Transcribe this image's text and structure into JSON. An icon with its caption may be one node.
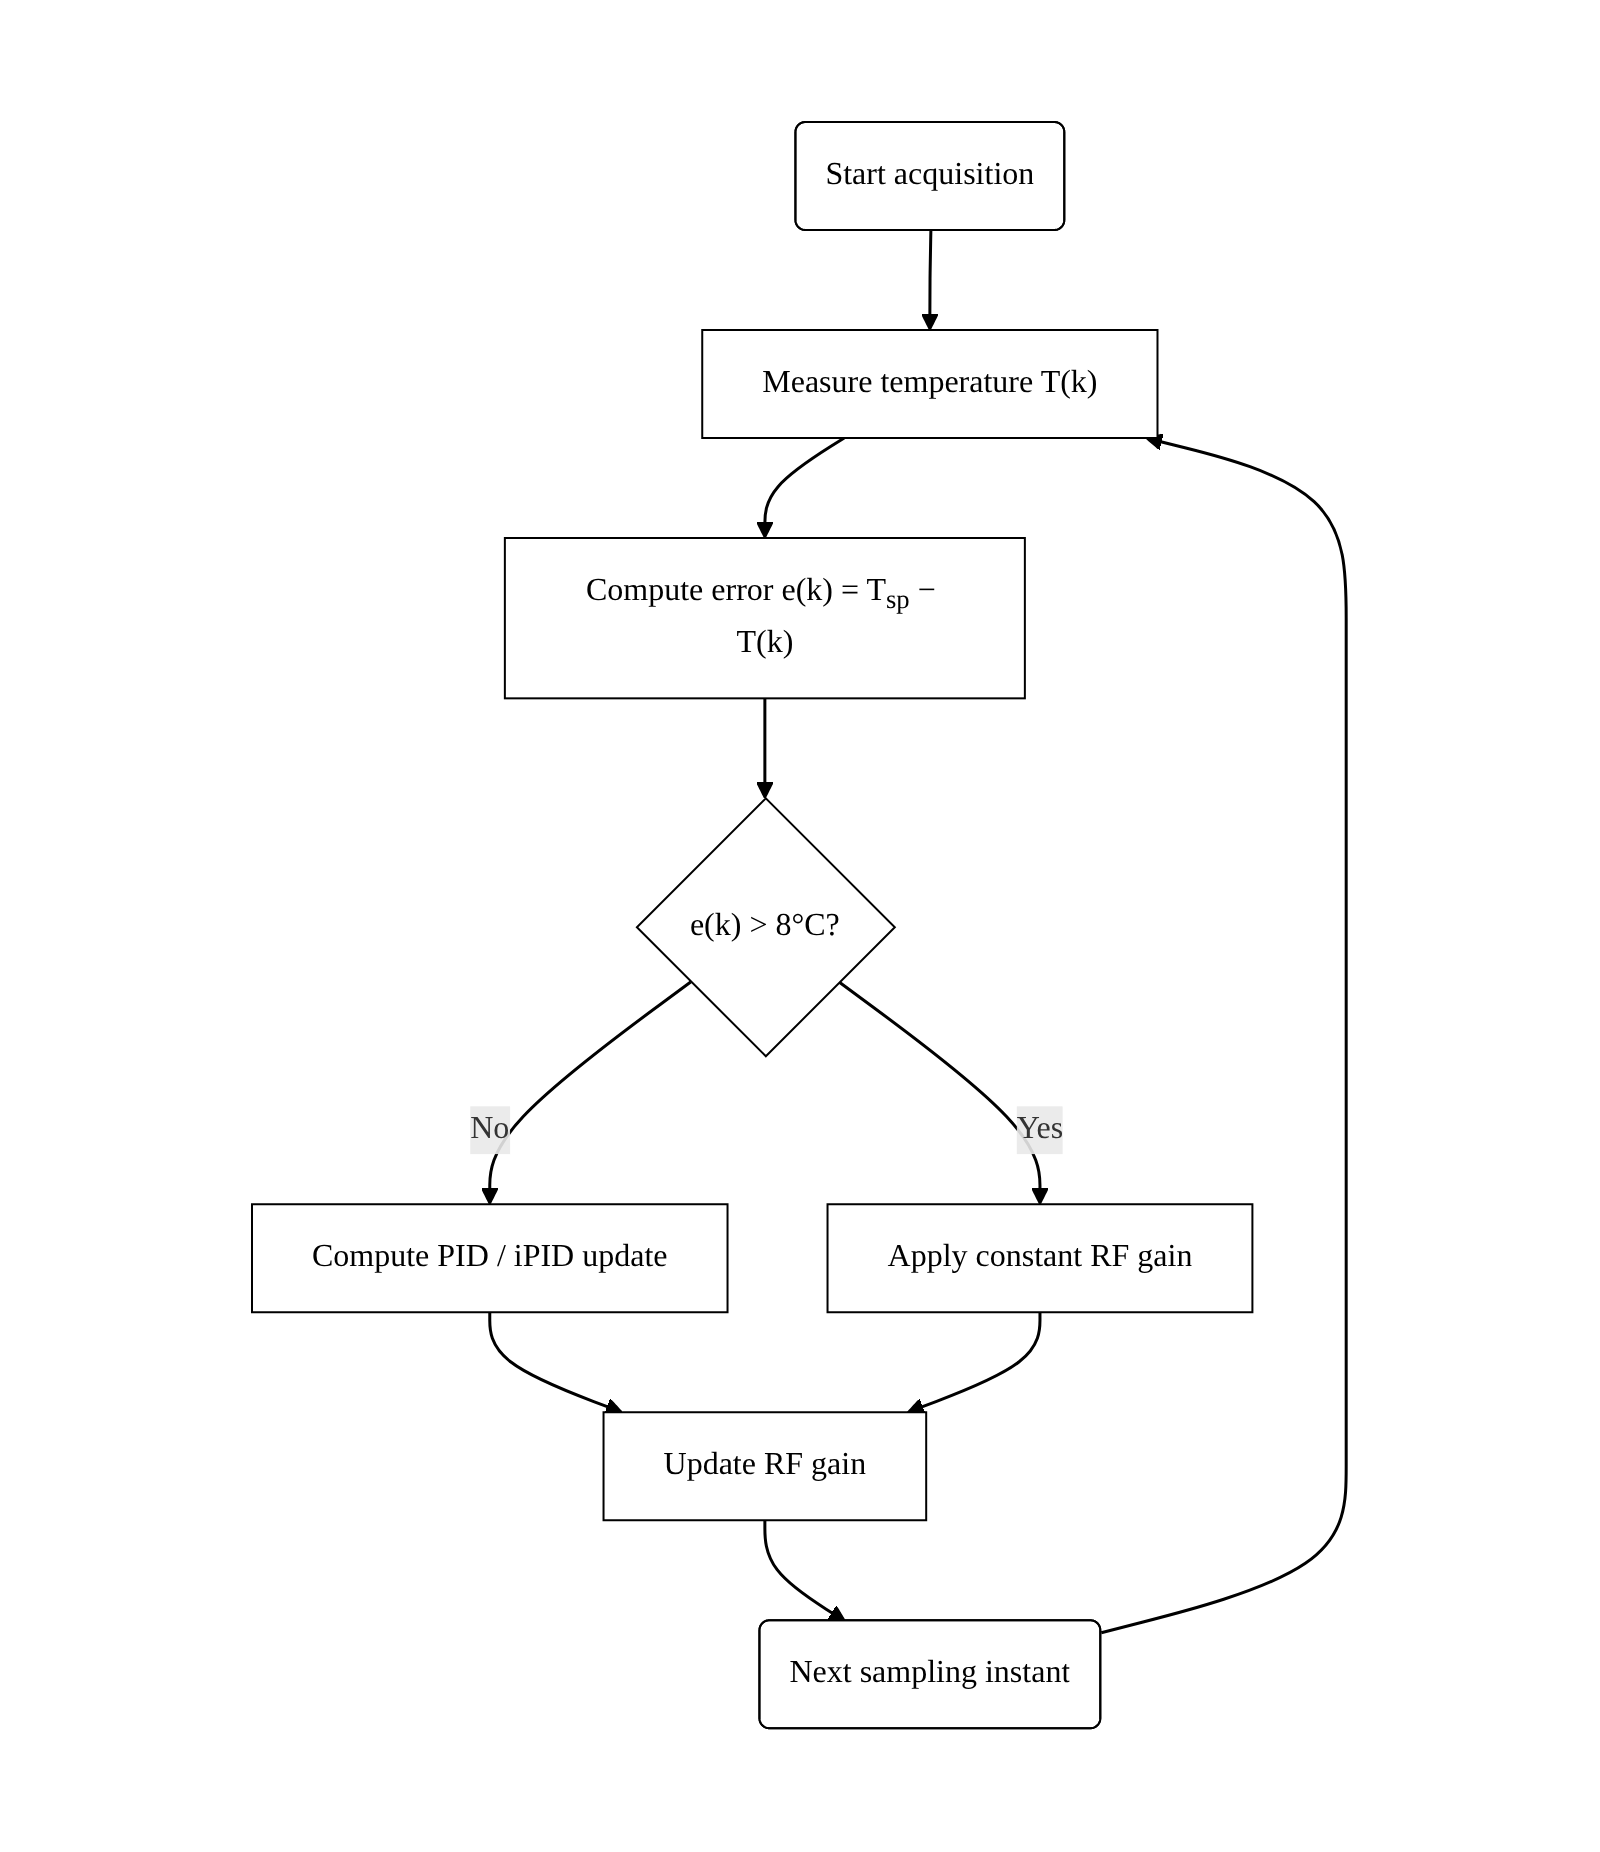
{
  "diagram": {
    "nodes": [
      {
        "text": [
          "Start acquisition"
        ]
      },
      {
        "text": [
          "Measure temperature T(k)"
        ]
      },
      {
        "text": [
          "Compute error e(k) = T$_{sp}$ − T(k)"
        ]
      },
      {
        "text": [
          "e(k) > 8°C?"
        ]
      },
      {
        "text": [
          "Apply constant RF gain"
        ]
      },
      {
        "text": [
          "Compute PID / iPID update"
        ]
      },
      {
        "text": [
          "Update RF gain"
        ]
      },
      {
        "text": [
          "Next sampling instant"
        ]
      }
    ],
    "edges": [
      {
        "from": 0,
        "to": 1,
        "arrow": "to"
      },
      {
        "from": 1,
        "to": 2,
        "arrow": "to"
      },
      {
        "from": 2,
        "to": 3,
        "arrow": "to"
      },
      {
        "from": 3,
        "to": 4,
        "arrow": "to",
        "label": "Yes"
      },
      {
        "from": 3,
        "to": 5,
        "arrow": "to",
        "label": "No"
      },
      {
        "from": 5,
        "to": 6,
        "arrow": "to"
      },
      {
        "from": 4,
        "to": 6,
        "arrow": "to"
      },
      {
        "from": 6,
        "to": 7,
        "arrow": "to"
      },
      {
        "from": 7,
        "to": 1,
        "arrow": "to"
      }
    ]
  }
}
